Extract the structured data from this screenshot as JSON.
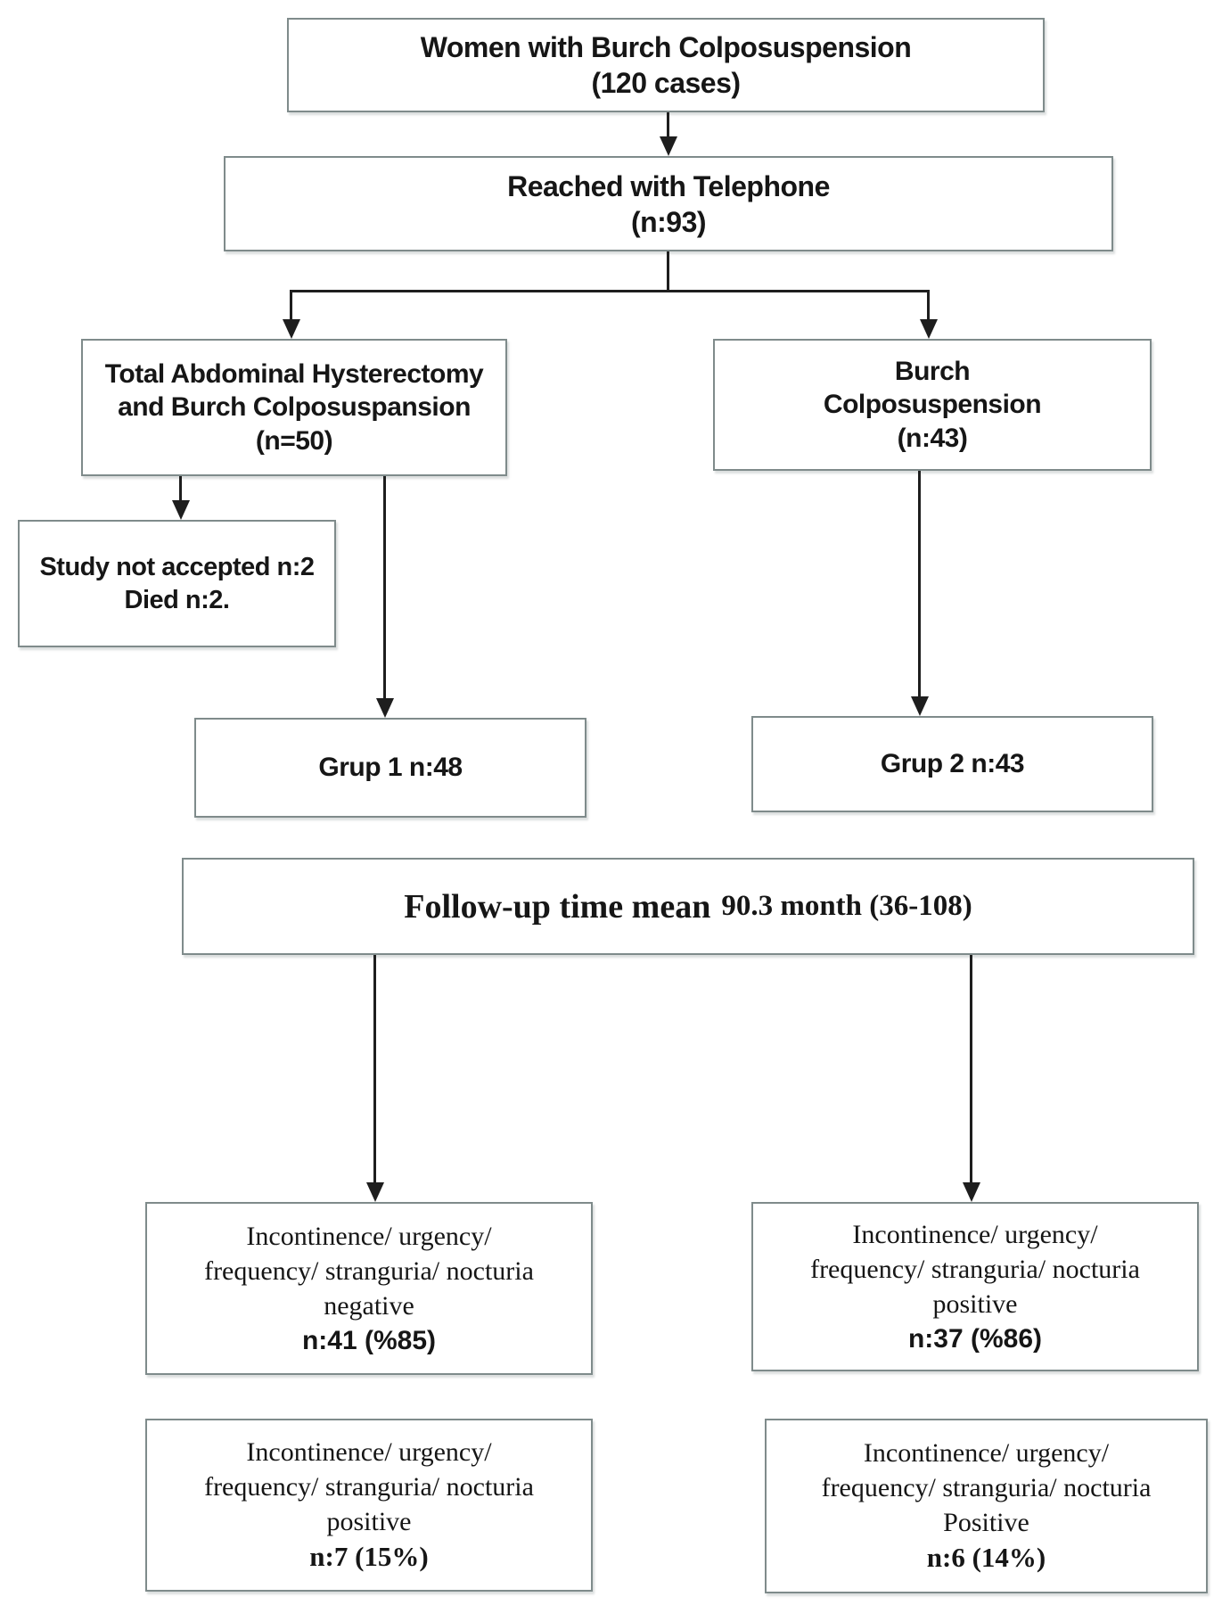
{
  "diagram": {
    "background": "#ffffff",
    "line_color": "#1e1e1e",
    "border_color": "#7f8b8b",
    "text_color": "#161616",
    "nodes": {
      "women": {
        "lines": [
          "Women with Burch Colposuspension",
          "(120 cases)"
        ]
      },
      "reached": {
        "lines": [
          "Reached with Telephone",
          "(n:93)"
        ]
      },
      "tah_burch": {
        "lines": [
          "Total Abdominal Hysterectomy",
          "and Burch Colposuspansion",
          "(n=50)"
        ]
      },
      "burch": {
        "lines": [
          "Burch",
          "Colposuspension",
          "(n:43)"
        ]
      },
      "excluded": {
        "lines": [
          "Study not accepted n:2",
          "Died n:2."
        ]
      },
      "group1": {
        "label": "Grup 1 n:48"
      },
      "group2": {
        "label": "Grup 2 n:43"
      },
      "followup": {
        "main": "Follow-up time mean",
        "detail": "90.3 month (36-108)"
      },
      "outcome_g1_row1": {
        "lines": [
          "Incontinence/ urgency/",
          "frequency/ stranguria/ nocturia",
          "negative"
        ],
        "n": "n:41 (%85)"
      },
      "outcome_g2_row1": {
        "lines": [
          "Incontinence/ urgency/",
          "frequency/ stranguria/ nocturia",
          "positive"
        ],
        "n": "n:37 (%86)"
      },
      "outcome_g1_row2": {
        "lines": [
          "Incontinence/ urgency/",
          "frequency/ stranguria/ nocturia",
          "positive"
        ],
        "n": "n:7 (15%)"
      },
      "outcome_g2_row2": {
        "lines": [
          "Incontinence/ urgency/",
          "frequency/ stranguria/ nocturia",
          "Positive"
        ],
        "n": "n:6 (14%)"
      }
    }
  }
}
